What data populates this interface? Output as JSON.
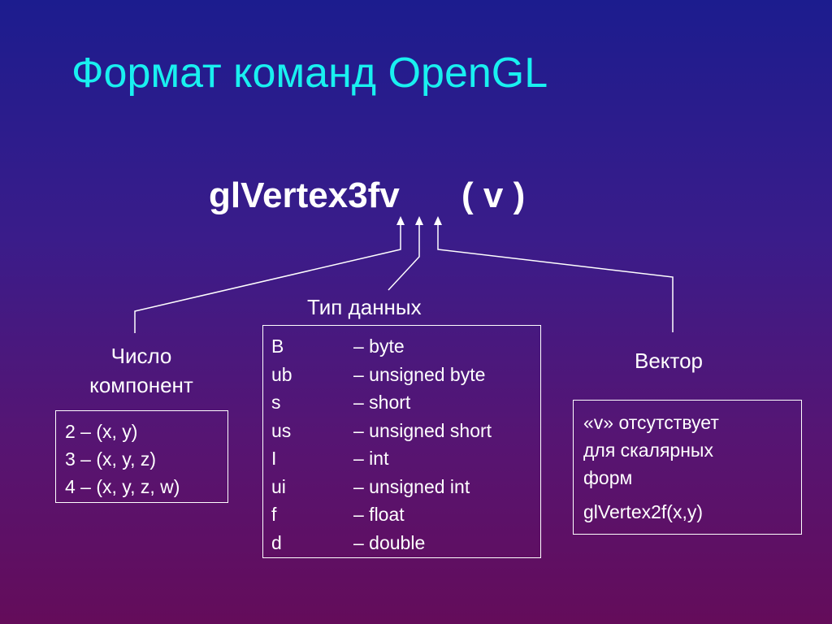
{
  "title": "Формат команд OpenGL",
  "function": {
    "name": "glVertex3fv",
    "args": "( v )"
  },
  "components": {
    "heading_line1": "Число",
    "heading_line2": "компонент",
    "items": [
      "2 – (x, y)",
      "3 – (x, y, z)",
      "4 – (x, y, z, w)"
    ]
  },
  "datatypes": {
    "heading": "Тип данных",
    "rows": [
      {
        "code": "B",
        "desc": "– byte"
      },
      {
        "code": "ub",
        "desc": "– unsigned byte"
      },
      {
        "code": "s",
        "desc": "– short"
      },
      {
        "code": "us",
        "desc": "– unsigned short"
      },
      {
        "code": "I",
        "desc": "– int"
      },
      {
        "code": "ui",
        "desc": "– unsigned int"
      },
      {
        "code": "f",
        "desc": "– float"
      },
      {
        "code": "d",
        "desc": "– double"
      }
    ]
  },
  "vector": {
    "heading": "Вектор",
    "lines": [
      "«v» отсутствует",
      "для скалярных",
      "форм"
    ],
    "example": "glVertex2f(x,y)"
  },
  "colors": {
    "title": "#19f0f0",
    "text": "#ffffff",
    "background_top": "#1c1c8e",
    "background_bottom": "#640c5a"
  }
}
